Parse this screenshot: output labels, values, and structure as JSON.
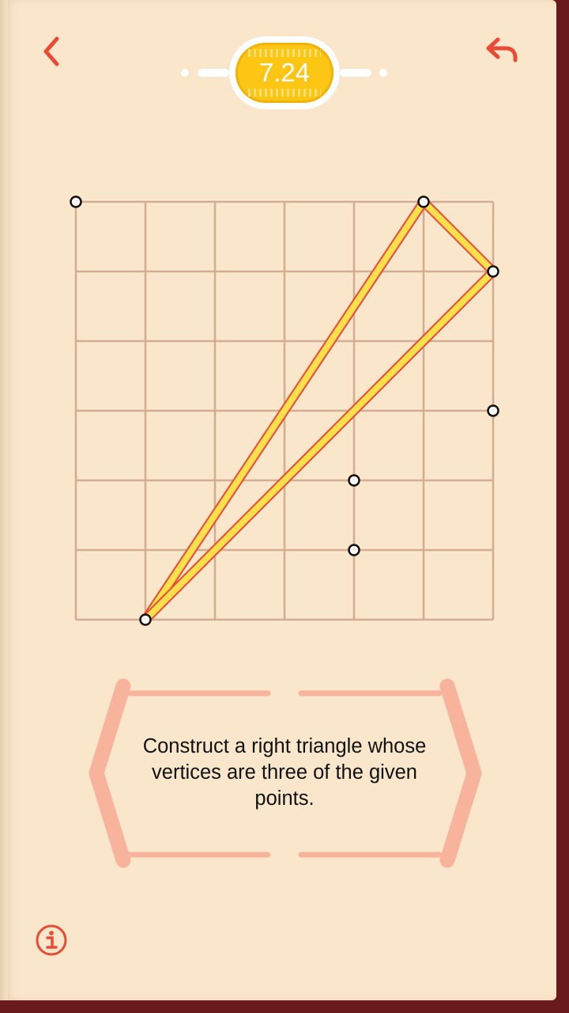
{
  "level": {
    "number": "7.24"
  },
  "toolbar": {
    "back_icon": "chevron-left-icon",
    "undo_icon": "undo-arrow-icon",
    "info_icon": "info-icon"
  },
  "puzzle": {
    "instruction": "Construct a right triangle whose vertices are three of the given points.",
    "grid": {
      "columns": 6,
      "rows": 6
    },
    "points": [
      {
        "col": 0,
        "row": 6
      },
      {
        "col": 5,
        "row": 6
      },
      {
        "col": 6,
        "row": 5
      },
      {
        "col": 6,
        "row": 3
      },
      {
        "col": 4,
        "row": 2
      },
      {
        "col": 4,
        "row": 1
      },
      {
        "col": 1,
        "row": 0
      }
    ],
    "drawn_segments": [
      {
        "from": 6,
        "to": 1
      },
      {
        "from": 1,
        "to": 2
      },
      {
        "from": 2,
        "to": 6
      }
    ]
  },
  "colors": {
    "page_background": "#fae6ca",
    "book_cover": "#6a1a1c",
    "accent_red": "#e94a36",
    "grid_line": "#d2ad93",
    "badge_yellow": "#fdc615",
    "panel_pink": "#f7b39c",
    "segment_fill": "#fde04c",
    "segment_border": "#ea4a36"
  }
}
